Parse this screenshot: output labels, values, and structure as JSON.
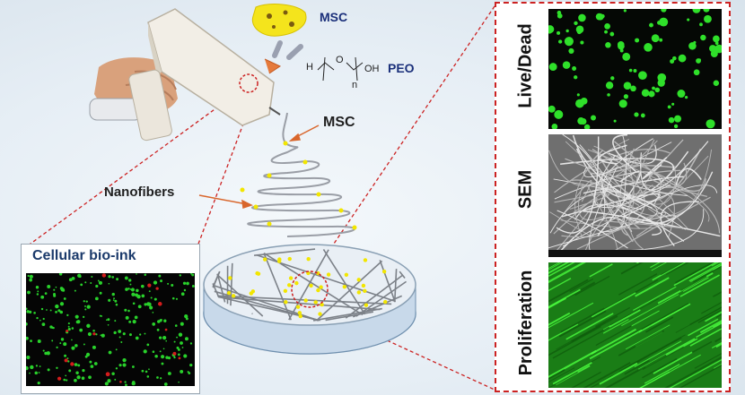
{
  "labels": {
    "msc_top": "MSC",
    "peo": "PEO",
    "msc_mid": "MSC",
    "nanofibers": "Nanofibers",
    "bioink": "Cellular bio-ink",
    "live_dead": "Live/Dead",
    "sem": "SEM",
    "proliferation": "Proliferation"
  },
  "peo_formula": {
    "h": "H",
    "o": "O",
    "oh": "OH",
    "n": "n"
  },
  "colors": {
    "dashed_red": "#cc2222",
    "cell_green": "#22dd22",
    "cell_yellow": "#f2e600",
    "dead_red": "#d41c1c",
    "fiber_grey": "#8a8f96"
  }
}
